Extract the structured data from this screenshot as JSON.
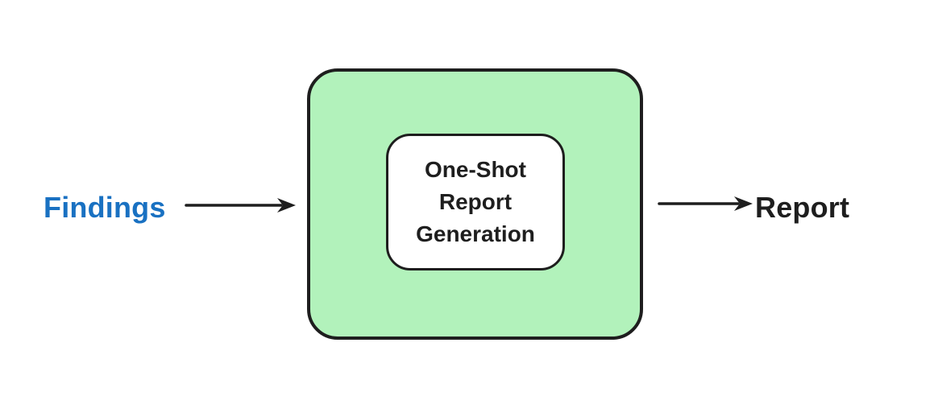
{
  "diagram": {
    "background_color": "#ffffff",
    "stroke_color": "#1e1e1e",
    "input_label": {
      "text": "Findings",
      "color": "#1971c2"
    },
    "process_box": {
      "fill": "#b2f2bb",
      "border_color": "#1e1e1e",
      "inner_box": {
        "fill": "#ffffff",
        "border_color": "#1e1e1e",
        "lines": [
          "One-Shot",
          "Report",
          "Generation"
        ]
      }
    },
    "output_label": {
      "text": "Report",
      "color": "#1e1e1e"
    },
    "arrows": [
      {
        "name": "findings-to-process",
        "direction": "right"
      },
      {
        "name": "process-to-report",
        "direction": "right"
      }
    ]
  }
}
